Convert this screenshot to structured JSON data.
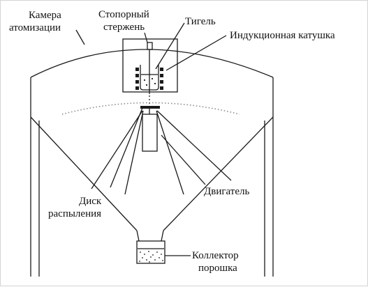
{
  "labels": {
    "chamber_line1": "Камера",
    "chamber_line2": "атомизации",
    "stopper_line1": "Стопорный",
    "stopper_line2": "стержень",
    "crucible": "Тигель",
    "coil": "Индукционная катушка",
    "disk_line1": "Диск",
    "disk_line2": "распыления",
    "motor": "Двигатель",
    "collector_line1": "Коллектор",
    "collector_line2": "порошка"
  },
  "colors": {
    "line": "#1a1a1a",
    "text": "#111111",
    "dots": "#8a8a8a",
    "frame": "#d4d4d4"
  },
  "icons": {
    "chamber": "atomization-chamber-icon",
    "crucible": "crucible-icon",
    "coil": "induction-coil-icon",
    "disk": "atomizing-disk-icon",
    "motor": "motor-icon",
    "collector": "powder-collector-icon"
  }
}
